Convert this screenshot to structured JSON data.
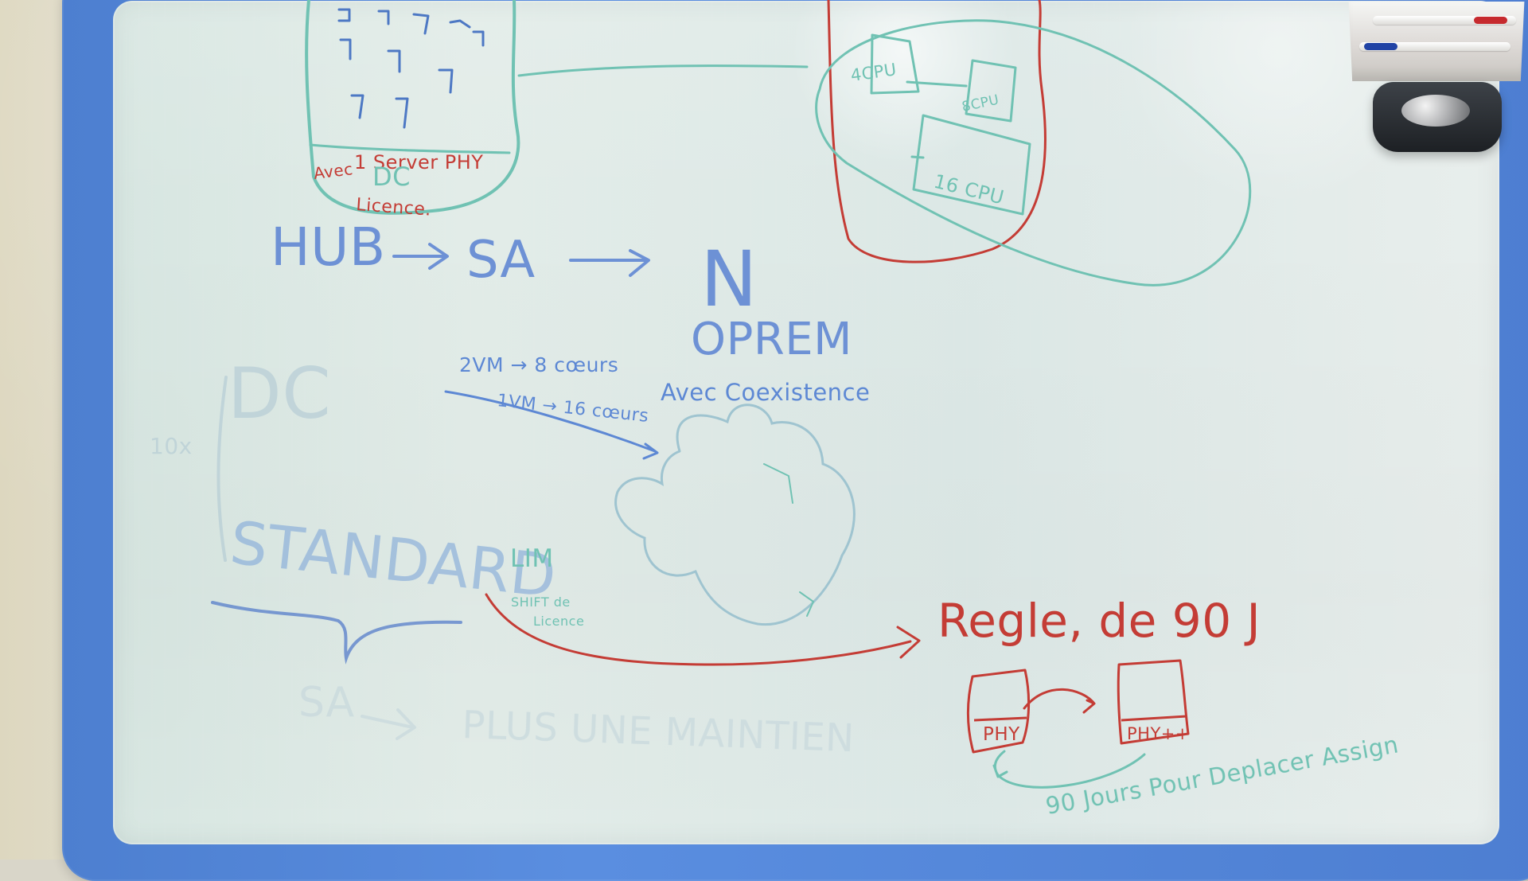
{
  "scene": {
    "colors": {
      "frame": "#5a8ee0",
      "board": "#e2ece8",
      "teal_marker": "#70c2b3",
      "blue_marker": "#4d78c4",
      "red_marker": "#c43c35",
      "faint_marker": "#b7cdd5"
    },
    "whiteboard_text": {
      "server_note": "1 Server PHY",
      "server_avec": "Avec",
      "server_dc": "DC",
      "server_licence": "Licence.",
      "cpu_4": "4CPU",
      "cpu_8": "8CPU",
      "cpu_16": "16 CPU",
      "hub": "HUB",
      "sa": "SA",
      "n": "N",
      "oprem": "OPREM",
      "vm_line_1": "2VM → 8 cœurs",
      "vm_line_2": "1VM → 16 cœurs",
      "avec_coexistence": "Avec Coexistence",
      "dc_faint": "DC",
      "count_faint": "10x",
      "standard": "STANDARD",
      "lim": "LIM",
      "shift_licence_1": "SHIFT de",
      "shift_licence_2": "Licence",
      "faint_bottom_sa": "SA",
      "faint_bottom_phrase": "PLUS UNE MAINTIEN",
      "rule": "Regle, de 90 J",
      "phy": "PHY",
      "phy_plus": "PHY++",
      "days_note": "90 Jours Pour Deplacer Assign"
    },
    "objects": {
      "marker_tray": "marker-tray",
      "red_marker": "red-marker-icon",
      "blue_marker": "blue-marker-icon",
      "eraser": "eraser-icon"
    }
  }
}
